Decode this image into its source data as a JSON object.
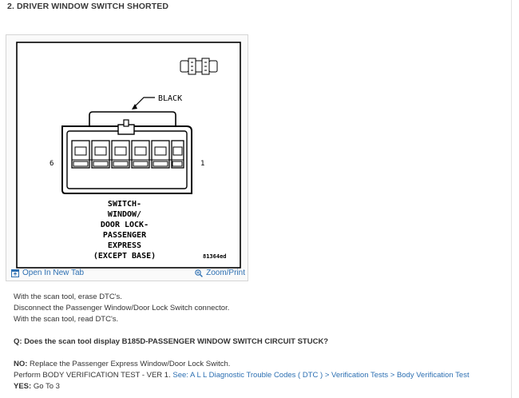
{
  "heading": "2. DRIVER WINDOW SWITCH SHORTED",
  "figure": {
    "wire_label": "BLACK",
    "pin_left": "6",
    "pin_right": "1",
    "caption_lines": [
      "SWITCH-",
      "WINDOW/",
      "DOOR LOCK-",
      "PASSENGER",
      "EXPRESS",
      "(EXCEPT BASE)"
    ],
    "figure_id": "81364ed",
    "open_tab_label": "Open In New Tab",
    "zoom_label": "Zoom/Print"
  },
  "instructions": [
    "With the scan tool, erase DTC's.",
    "Disconnect the Passenger Window/Door Lock Switch connector.",
    "With the scan tool, read DTC's."
  ],
  "question": "Q: Does the scan tool display B185D-PASSENGER WINDOW SWITCH CIRCUIT STUCK?",
  "no_answer": {
    "label": "NO:",
    "text": " Replace the Passenger Express Window/Door Lock Switch.",
    "perform_text": "Perform BODY VERIFICATION TEST - VER 1. ",
    "see_link": "See: A L L Diagnostic Trouble Codes ( DTC ) > Verification Tests > Body Verification Test"
  },
  "yes_answer": {
    "label": "YES:",
    "text": " Go To 3"
  },
  "colors": {
    "link": "#2c6fb2",
    "text": "#333333",
    "border": "#d5d5d5"
  }
}
